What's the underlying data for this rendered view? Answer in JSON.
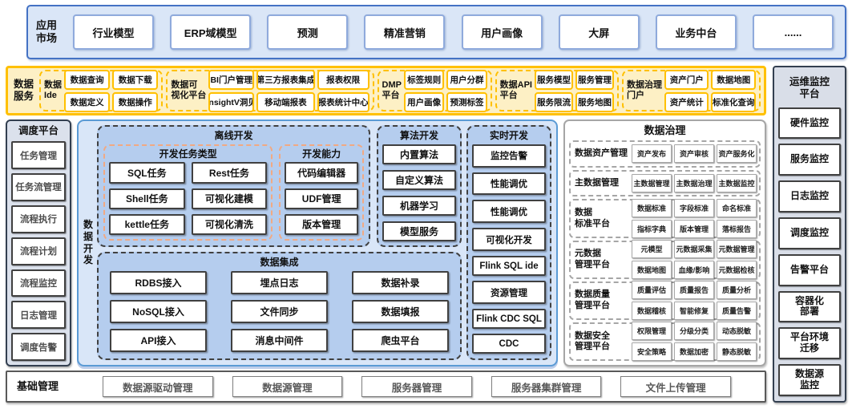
{
  "app_market": {
    "label": "应用\n市场",
    "items": [
      "行业模型",
      "ERP域模型",
      "预测",
      "精准营销",
      "用户画像",
      "大屏",
      "业务中台",
      "......"
    ]
  },
  "data_services": {
    "label": "数据\n服务",
    "groups": [
      {
        "label": "数据\nIde",
        "items": [
          "数据查询",
          "数据下载",
          "数据定义",
          "数据操作"
        ]
      },
      {
        "label": "数据可\n视化平台",
        "items": [
          "BI门户管理",
          "第三方报表集成",
          "报表权限",
          "InsightV洞见",
          "移动端报表",
          "报表统计中心"
        ]
      },
      {
        "label": "DMP\n平台",
        "items": [
          "标签规则",
          "用户分群",
          "用户画像",
          "预测标签"
        ]
      },
      {
        "label": "数据API\n平台",
        "items": [
          "服务模型",
          "服务管理",
          "服务限流",
          "服务地图"
        ]
      },
      {
        "label": "数据治理\n门户",
        "items": [
          "资产门户",
          "数据地图",
          "资产统计",
          "标准化查询"
        ]
      }
    ]
  },
  "scheduler": {
    "title": "调度平台",
    "items": [
      "任务管理",
      "任务流管理",
      "流程执行",
      "流程计划",
      "流程监控",
      "日志管理",
      "调度告警"
    ]
  },
  "data_dev": {
    "label": "数据\n开发",
    "offline": {
      "title": "离线开发",
      "task_types": {
        "title": "开发任务类型",
        "items": [
          "SQL任务",
          "Rest任务",
          "Shell任务",
          "可视化建模",
          "kettle任务",
          "可视化清洗"
        ]
      },
      "capabilities": {
        "title": "开发能力",
        "items": [
          "代码编辑器",
          "UDF管理",
          "版本管理"
        ]
      }
    },
    "algorithm": {
      "title": "算法开发",
      "items": [
        "内置算法",
        "自定义算法",
        "机器学习",
        "模型服务"
      ]
    },
    "realtime": {
      "title": "实时开发",
      "items": [
        "监控告警",
        "性能调优",
        "性能调优",
        "可视化开发",
        "Flink SQL ide",
        "资源管理",
        "Flink CDC SQL",
        "CDC"
      ]
    },
    "integration": {
      "title": "数据集成",
      "items": [
        "RDBS接入",
        "NoSQL接入",
        "API接入",
        "埋点日志",
        "文件同步",
        "消息中间件",
        "数据补录",
        "数据填报",
        "爬虫平台"
      ]
    }
  },
  "governance": {
    "title": "数据治理",
    "rows": [
      {
        "label": "数据资产管理",
        "items": [
          "资产发布",
          "资产审核",
          "资产服务化"
        ]
      },
      {
        "label": "主数据管理",
        "items": [
          "主数据管理",
          "主数据治理",
          "主数据监控"
        ]
      },
      {
        "label": "数据\n标准平台",
        "items": [
          "数据标准",
          "字段标准",
          "命名标准",
          "指标字典",
          "版本管理",
          "落标报告"
        ]
      },
      {
        "label": "元数据\n管理平台",
        "items": [
          "元模型",
          "元数据采集",
          "元数据管理",
          "数据地图",
          "血缘/影响",
          "元数据检核"
        ]
      },
      {
        "label": "数据质量\n管理平台",
        "items": [
          "质量评估",
          "质量报告",
          "质量分析",
          "数据稽核",
          "智能修复",
          "质量告警"
        ]
      },
      {
        "label": "数据安全\n管理平台",
        "items": [
          "权限管理",
          "分级分类",
          "动态脱敏",
          "安全策略",
          "数据加密",
          "静态脱敏"
        ]
      }
    ]
  },
  "ops": {
    "title": "运维监控\n平台",
    "items": [
      "硬件监控",
      "服务监控",
      "日志监控",
      "调度监控",
      "告警平台",
      "容器化\n部署",
      "平台环境\n迁移",
      "数据源\n监控"
    ]
  },
  "base_mgmt": {
    "label": "基础管理",
    "items": [
      "数据源驱动管理",
      "数据源管理",
      "服务器管理",
      "服务器集群管理",
      "文件上传管理"
    ]
  },
  "colors": {
    "accent_blue": "#4472c4",
    "light_blue_panel": "#dae6f7",
    "mid_blue_panel": "#b5cdee",
    "dev_panel_bg": "#d9e6f8",
    "dev_panel_border": "#5b9bd5",
    "gold": "#ffc000",
    "light_yellow": "#fdf0c5",
    "salmon_dash": "#f1a983",
    "dark_navy": "#333f50",
    "gray_border": "#a6a6a6",
    "box_border_dark": "#404040"
  }
}
